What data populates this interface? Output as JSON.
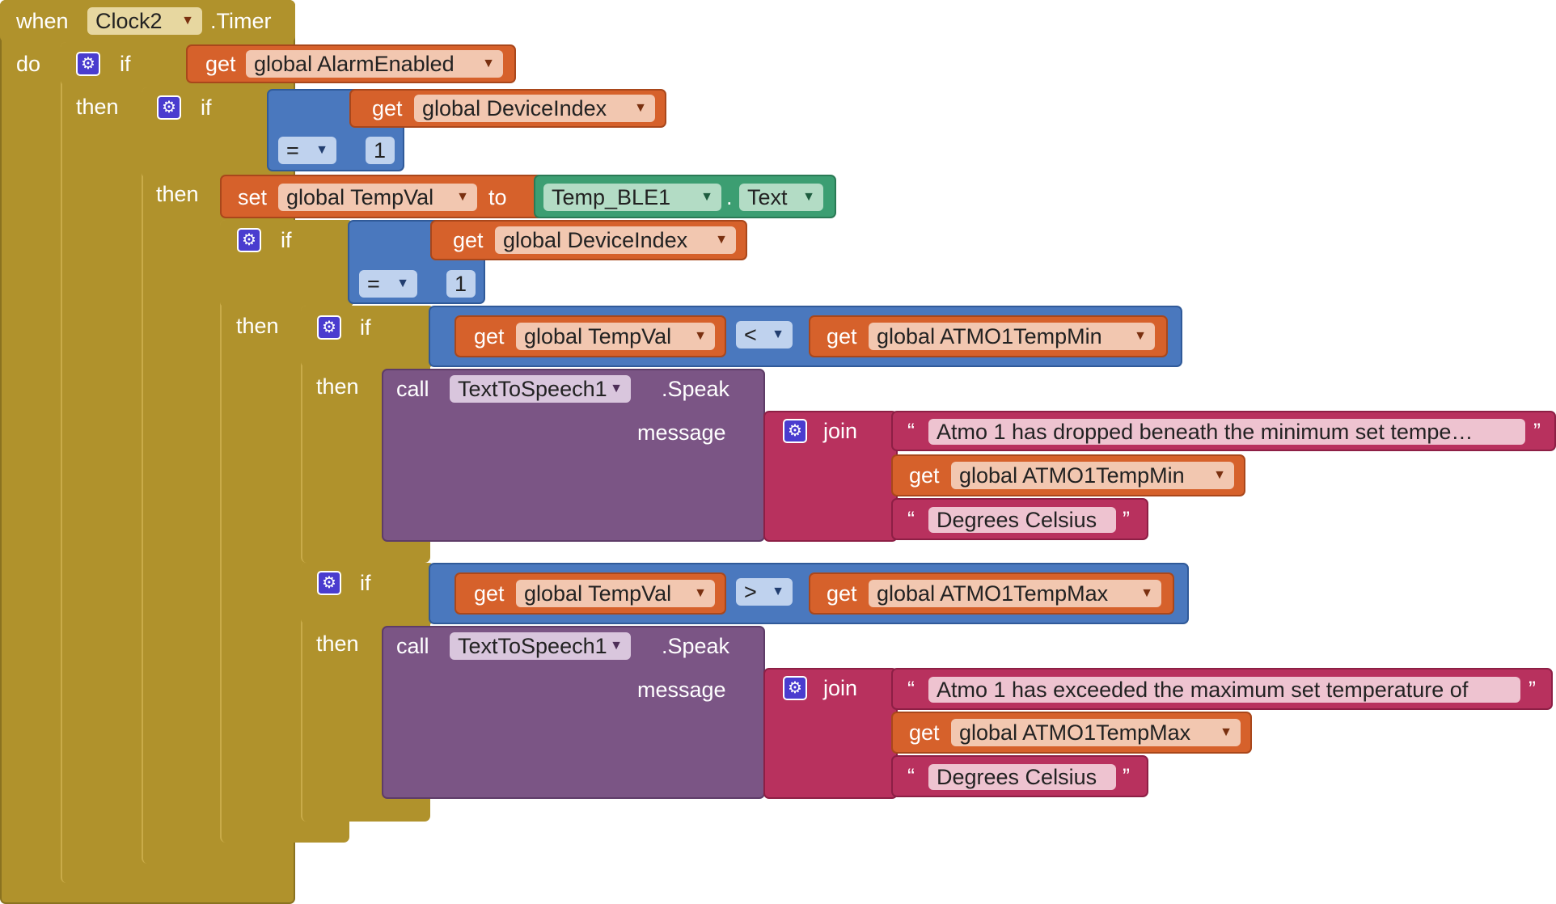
{
  "event": {
    "when_label": "when",
    "component": "Clock2",
    "event_name": ".Timer",
    "do_label": "do"
  },
  "if1": {
    "if_label": "if",
    "then_label": "then",
    "condition": {
      "get_label": "get",
      "var": "global AlarmEnabled"
    }
  },
  "if2": {
    "if_label": "if",
    "then_label": "then",
    "condition": {
      "get_label": "get",
      "var": "global DeviceIndex",
      "op": "=",
      "value": "1"
    }
  },
  "set1": {
    "set_label": "set",
    "var": "global TempVal",
    "to_label": "to",
    "component": "Temp_BLE1",
    "dot": ".",
    "property": "Text"
  },
  "if3": {
    "if_label": "if",
    "then_label": "then",
    "condition": {
      "get_label": "get",
      "var": "global DeviceIndex",
      "op": "=",
      "value": "1"
    }
  },
  "if4": {
    "if_label": "if",
    "then_label": "then",
    "condition": {
      "left_get": "get",
      "left_var": "global TempVal",
      "op": "<",
      "right_get": "get",
      "right_var": "global ATMO1TempMin"
    },
    "call": {
      "call_label": "call",
      "component": "TextToSpeech1",
      "method": ".Speak",
      "message_label": "message",
      "join_label": "join",
      "text1": "Atmo 1 has dropped beneath the minimum set tempe…",
      "get_label": "get",
      "get_var": "global ATMO1TempMin",
      "text2": "Degrees Celsius"
    }
  },
  "if5": {
    "if_label": "if",
    "then_label": "then",
    "condition": {
      "left_get": "get",
      "left_var": "global TempVal",
      "op": ">",
      "right_get": "get",
      "right_var": "global ATMO1TempMax"
    },
    "call": {
      "call_label": "call",
      "component": "TextToSpeech1",
      "method": ".Speak",
      "message_label": "message",
      "join_label": "join",
      "text1": "Atmo 1 has exceeded the maximum set temperature of",
      "get_label": "get",
      "get_var": "global ATMO1TempMax",
      "text2": "Degrees Celsius"
    }
  },
  "quotes": {
    "open": "“",
    "close": "”"
  },
  "icons": {
    "gear": "gear-icon",
    "dropdown": "dropdown-arrow-icon"
  },
  "colors": {
    "control": "#b0922c",
    "variable": "#d6612b",
    "logic": "#4a78be",
    "component": "#3c9e72",
    "procedure_call": "#7b5585",
    "text": "#b8315e",
    "gear": "#4a3ccf"
  }
}
